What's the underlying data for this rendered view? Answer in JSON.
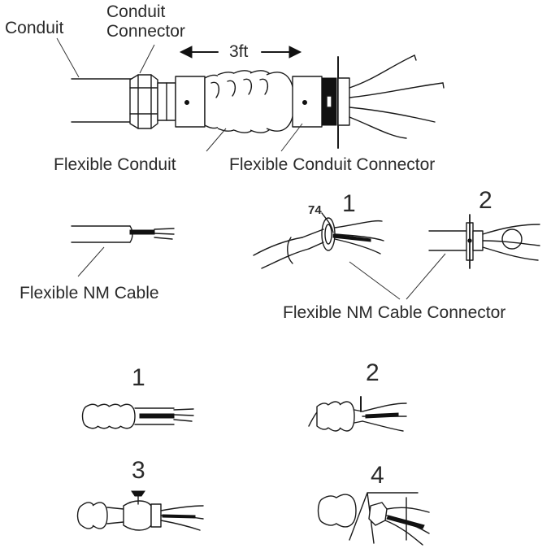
{
  "labels": {
    "conduit": "Conduit",
    "conduit_connector_line1": "Conduit",
    "conduit_connector_line2": "Connector",
    "length": "3ft",
    "flexible_conduit": "Flexible Conduit",
    "flexible_conduit_connector": "Flexible Conduit Connector",
    "flexible_nm_cable": "Flexible NM Cable",
    "flexible_nm_cable_connector": "Flexible NM Cable Connector"
  },
  "nm_connector_steps": [
    "1",
    "2"
  ],
  "step1_small_label": "74",
  "conduit_steps": [
    "1",
    "2",
    "3",
    "4"
  ],
  "colors": {
    "line": "#1a1a1a",
    "text": "#2a2a2a",
    "background": "#ffffff"
  }
}
